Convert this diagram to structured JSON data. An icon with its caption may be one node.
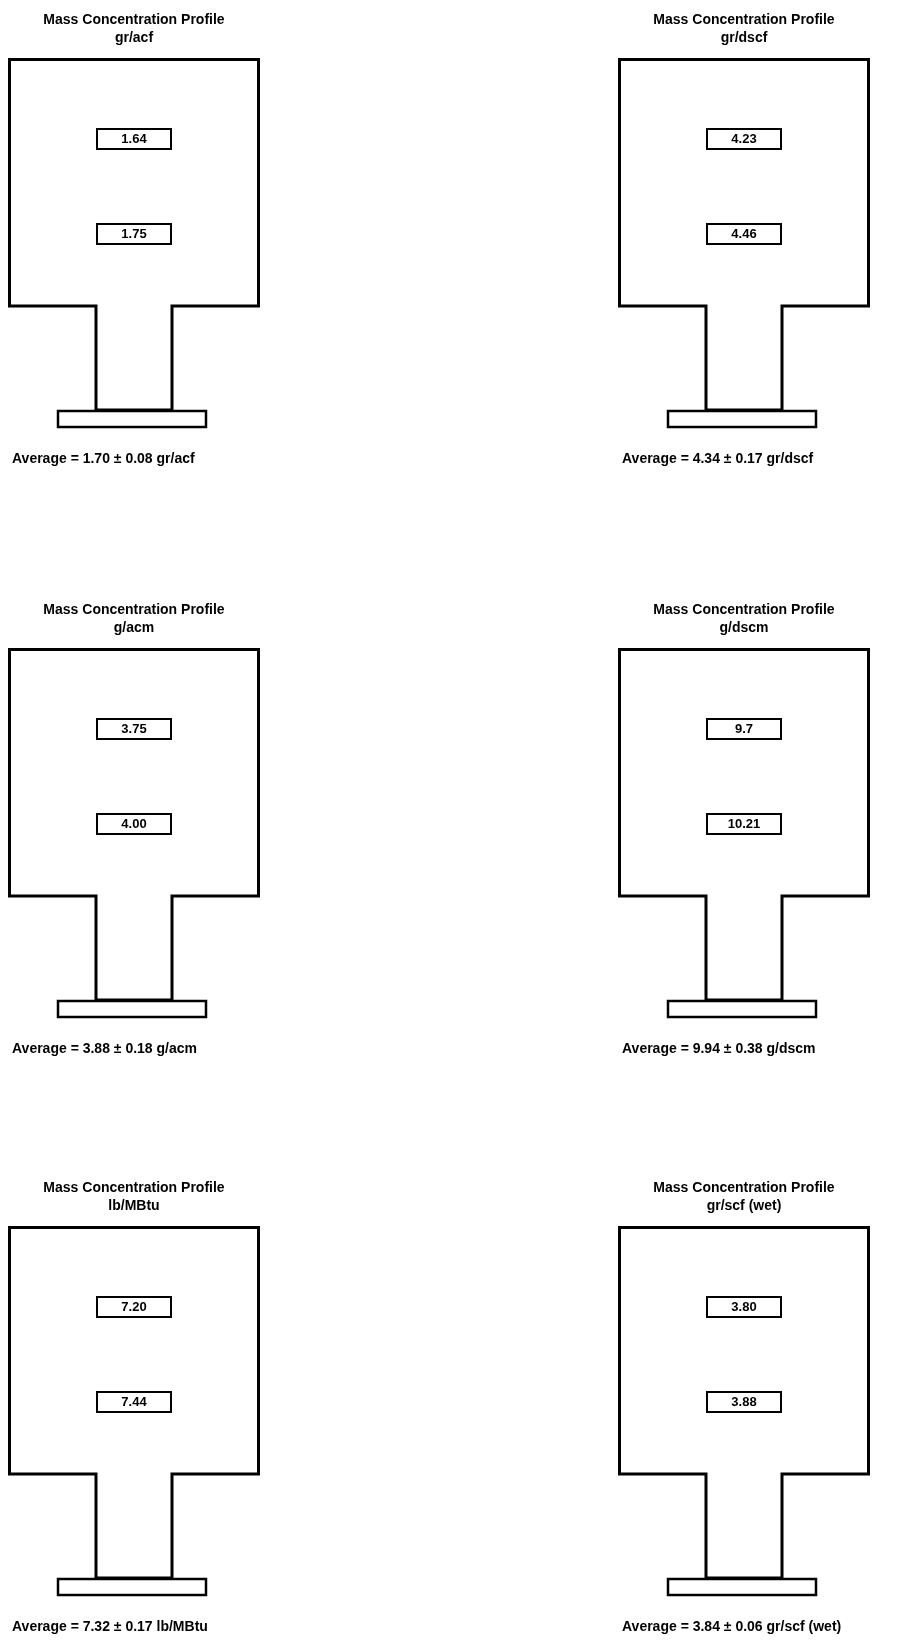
{
  "diagram": {
    "nodes": [
      {
        "text": [
          "Mass Concentration Profile gr/acf"
        ],
        "beside": [
          "Average = 1.70 ± 0.08 gr/acf"
        ]
      },
      {
        "text": [
          "1.64"
        ],
        "in": 0
      },
      {
        "text": [
          "1.75"
        ],
        "in": 0
      },
      {
        "text": [
          "Mass Concentration Profile gr/dscf"
        ],
        "beside": [
          "Average = 4.34 ± 0.17 gr/dscf"
        ]
      },
      {
        "text": [
          "4.23"
        ],
        "in": 3
      },
      {
        "text": [
          "4.46"
        ],
        "in": 3
      },
      {
        "text": [
          "Mass Concentration Profile g/acm"
        ],
        "beside": [
          "Average = 3.88 ± 0.18 g/acm"
        ]
      },
      {
        "text": [
          "3.75"
        ],
        "in": 6
      },
      {
        "text": [
          "4.00"
        ],
        "in": 6
      },
      {
        "text": [
          "Mass Concentration Profile g/dscm"
        ],
        "beside": [
          "Average = 9.94 ± 0.38 g/dscm"
        ]
      },
      {
        "text": [
          "9.7"
        ],
        "in": 9
      },
      {
        "text": [
          "10.21"
        ],
        "in": 9
      },
      {
        "text": [
          "Mass Concentration Profile lb/MBtu"
        ],
        "beside": [
          "Average = 7.32 ± 0.17 lb/MBtu"
        ]
      },
      {
        "text": [
          "7.20"
        ],
        "in": 12
      },
      {
        "text": [
          "7.44"
        ],
        "in": 12
      },
      {
        "text": [
          "Mass Concentration Profile gr/scf (wet)"
        ],
        "beside": [
          "Average = 3.84 ± 0.06 gr/scf (wet)"
        ]
      },
      {
        "text": [
          "3.80"
        ],
        "in": 15
      },
      {
        "text": [
          "3.88"
        ],
        "in": 15
      }
    ]
  }
}
